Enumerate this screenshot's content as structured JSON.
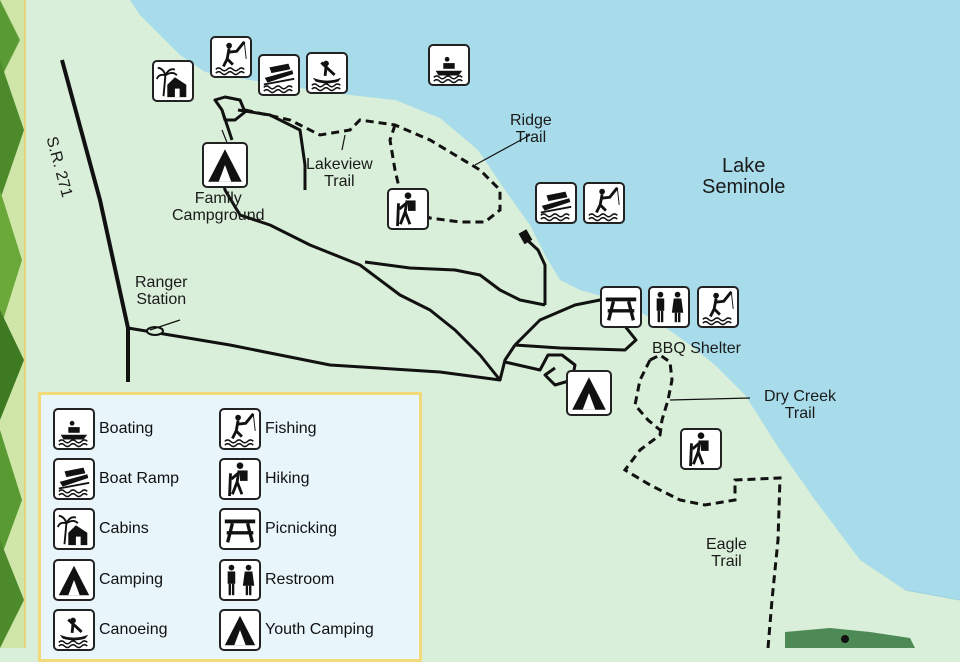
{
  "map": {
    "water_name": [
      "Lake",
      "Seminole"
    ],
    "road_label": "S.R. 271",
    "labels": {
      "ridge_trail": [
        "Ridge",
        "Trail"
      ],
      "lakeview_trail": [
        "Lakeview",
        "Trail"
      ],
      "family_campground": [
        "Family",
        "Campground"
      ],
      "ranger_station": [
        "Ranger",
        "Station"
      ],
      "bbq_shelter": "BBQ Shelter",
      "dry_creek_trail": [
        "Dry Creek",
        "Trail"
      ],
      "eagle_trail": [
        "Eagle",
        "Trail"
      ]
    },
    "colors": {
      "water": "#a8dcea",
      "land": "#d9efd9",
      "road": "#111111",
      "legend_bg": "#e8f5fb",
      "legend_border": "#f2d97a",
      "frond": "#4c8a2c"
    }
  },
  "map_icons": [
    {
      "name": "fishing-icon",
      "icon": "fishing"
    },
    {
      "name": "boat-ramp-icon",
      "icon": "boat_ramp"
    },
    {
      "name": "canoeing-icon",
      "icon": "canoeing"
    },
    {
      "name": "boating-icon",
      "icon": "boating"
    },
    {
      "name": "cabins-icon",
      "icon": "cabins"
    },
    {
      "name": "camping-icon",
      "icon": "camping"
    },
    {
      "name": "hiking-icon",
      "icon": "hiking"
    },
    {
      "name": "boat-ramp-icon",
      "icon": "boat_ramp"
    },
    {
      "name": "fishing-icon",
      "icon": "fishing"
    },
    {
      "name": "picnicking-icon",
      "icon": "picnicking"
    },
    {
      "name": "restroom-icon",
      "icon": "restroom"
    },
    {
      "name": "fishing-icon",
      "icon": "fishing"
    },
    {
      "name": "youth-camping-icon",
      "icon": "youth_camping"
    },
    {
      "name": "hiking-icon",
      "icon": "hiking"
    }
  ],
  "legend": {
    "items": [
      {
        "label": "Boating",
        "icon": "boating"
      },
      {
        "label": "Boat Ramp",
        "icon": "boat_ramp"
      },
      {
        "label": "Cabins",
        "icon": "cabins"
      },
      {
        "label": "Camping",
        "icon": "camping"
      },
      {
        "label": "Canoeing",
        "icon": "canoeing"
      },
      {
        "label": "Fishing",
        "icon": "fishing"
      },
      {
        "label": "Hiking",
        "icon": "hiking"
      },
      {
        "label": "Picnicking",
        "icon": "picnicking"
      },
      {
        "label": "Restroom",
        "icon": "restroom"
      },
      {
        "label": "Youth Camping",
        "icon": "youth_camping"
      }
    ]
  }
}
